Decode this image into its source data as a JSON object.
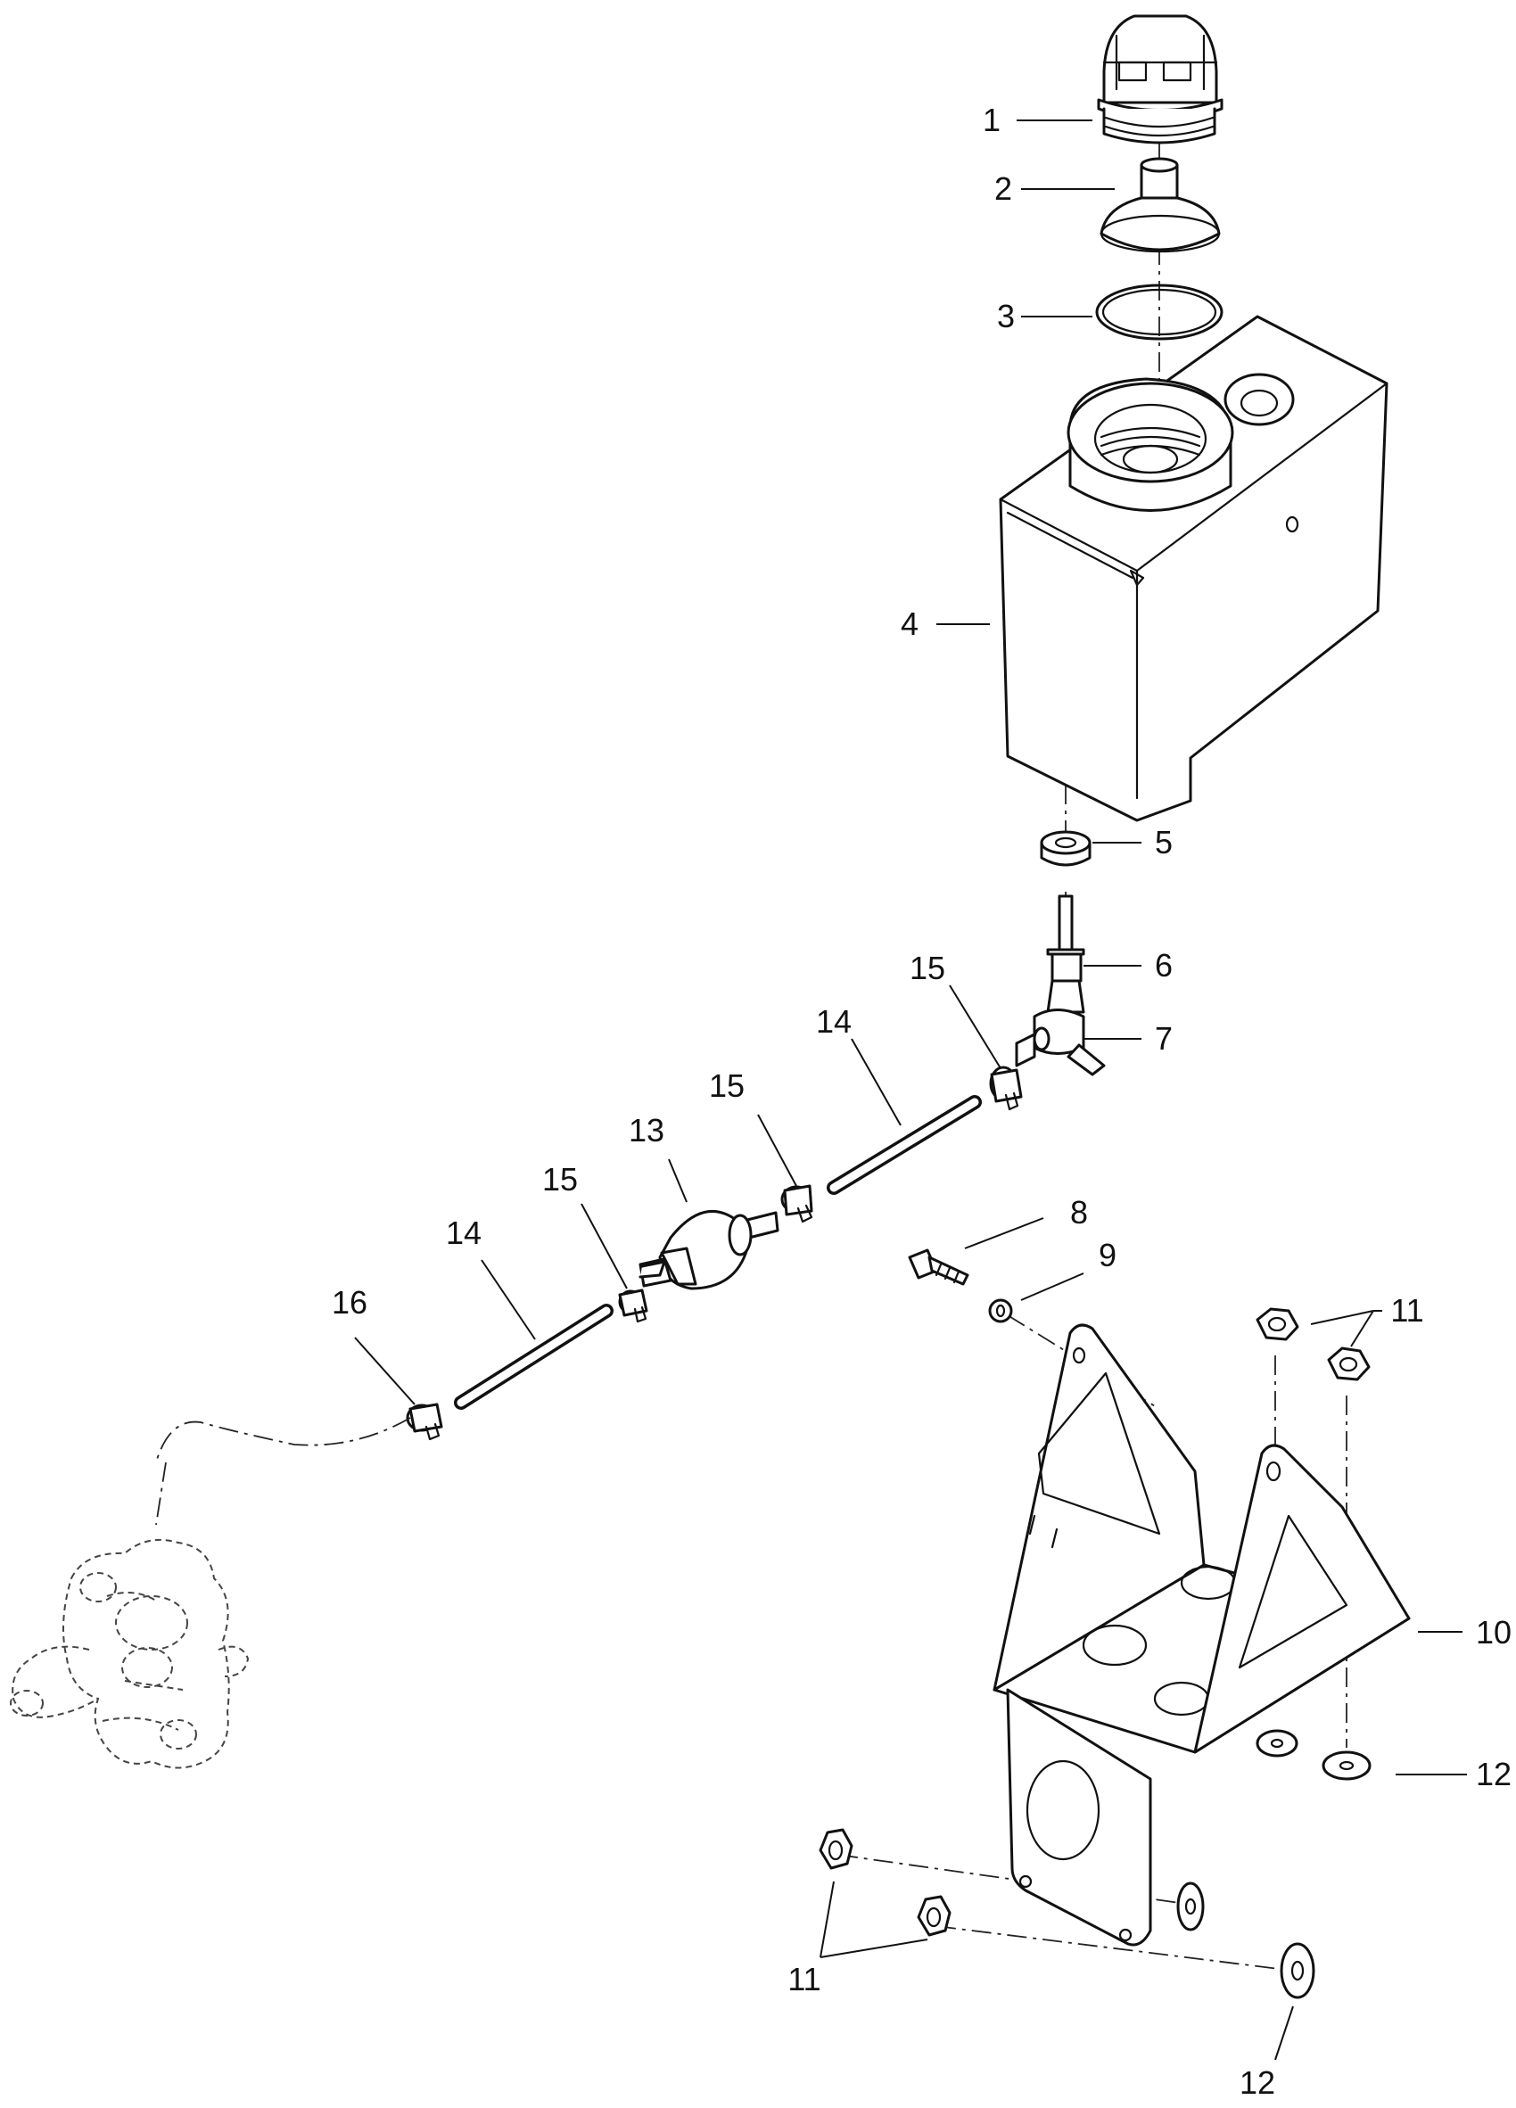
{
  "diagram": {
    "callouts": [
      {
        "id": "c1",
        "text": "1"
      },
      {
        "id": "c2",
        "text": "2"
      },
      {
        "id": "c3",
        "text": "3"
      },
      {
        "id": "c4",
        "text": "4"
      },
      {
        "id": "c5",
        "text": "5"
      },
      {
        "id": "c6",
        "text": "6"
      },
      {
        "id": "c7",
        "text": "7"
      },
      {
        "id": "c8",
        "text": "8"
      },
      {
        "id": "c9",
        "text": "9"
      },
      {
        "id": "c10",
        "text": "10"
      },
      {
        "id": "c11a",
        "text": "11"
      },
      {
        "id": "c11b",
        "text": "11"
      },
      {
        "id": "c12a",
        "text": "12"
      },
      {
        "id": "c12b",
        "text": "12"
      },
      {
        "id": "c13",
        "text": "13"
      },
      {
        "id": "c14a",
        "text": "14"
      },
      {
        "id": "c14b",
        "text": "14"
      },
      {
        "id": "c15a",
        "text": "15"
      },
      {
        "id": "c15b",
        "text": "15"
      },
      {
        "id": "c15c",
        "text": "15"
      },
      {
        "id": "c16",
        "text": "16"
      }
    ]
  }
}
